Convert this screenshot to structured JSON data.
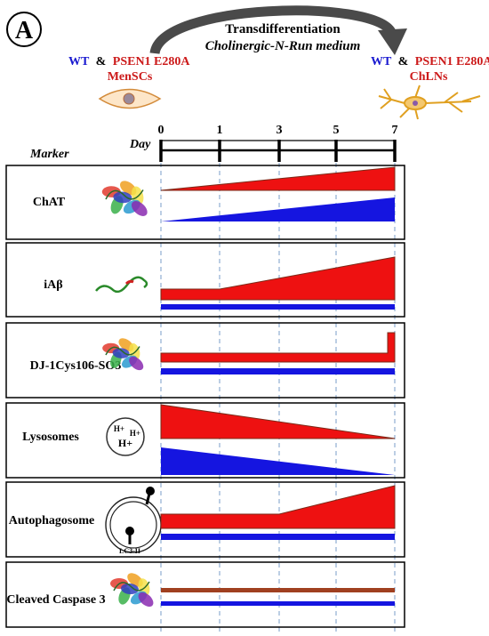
{
  "panel_label": "A",
  "header": {
    "left_group": {
      "wt": "WT",
      "amp": "&",
      "mutant": "PSEN1 E280A",
      "cell": "MenSCs"
    },
    "right_group": {
      "wt": "WT",
      "amp": "&",
      "mutant": "PSEN1 E280A",
      "cell": "ChLNs"
    },
    "process_title": "Transdifferentiation",
    "process_subtitle": "Cholinergic-N-Run medium"
  },
  "timeline": {
    "marker_label": "Marker",
    "day_label": "Day",
    "days": [
      "0",
      "1",
      "3",
      "5",
      "7"
    ]
  },
  "colors": {
    "wt": "#1515e0",
    "mutant": "#ee1111",
    "mutant_edge": "#7a2a18",
    "dashed": "#7a9cc8",
    "arrow": "#4a4a4a",
    "wt_text": "#1a1ad0",
    "mutant_text": "#cc1a1a"
  },
  "markers": [
    {
      "name": "ChAT",
      "icon": "protein-icon"
    },
    {
      "name": "iAβ",
      "icon": "peptide-icon"
    },
    {
      "name": "DJ-1Cys106-SO3",
      "icon": "protein-icon"
    },
    {
      "name": "Lysosomes",
      "icon": "lysosome-icon",
      "icon_text": [
        "H+",
        "H+",
        "H+"
      ]
    },
    {
      "name": "Autophagosome",
      "icon": "autophagosome-icon",
      "icon_text": [
        "LC3-II"
      ]
    },
    {
      "name": "Cleaved Caspase 3",
      "icon": "protein-icon"
    }
  ]
}
